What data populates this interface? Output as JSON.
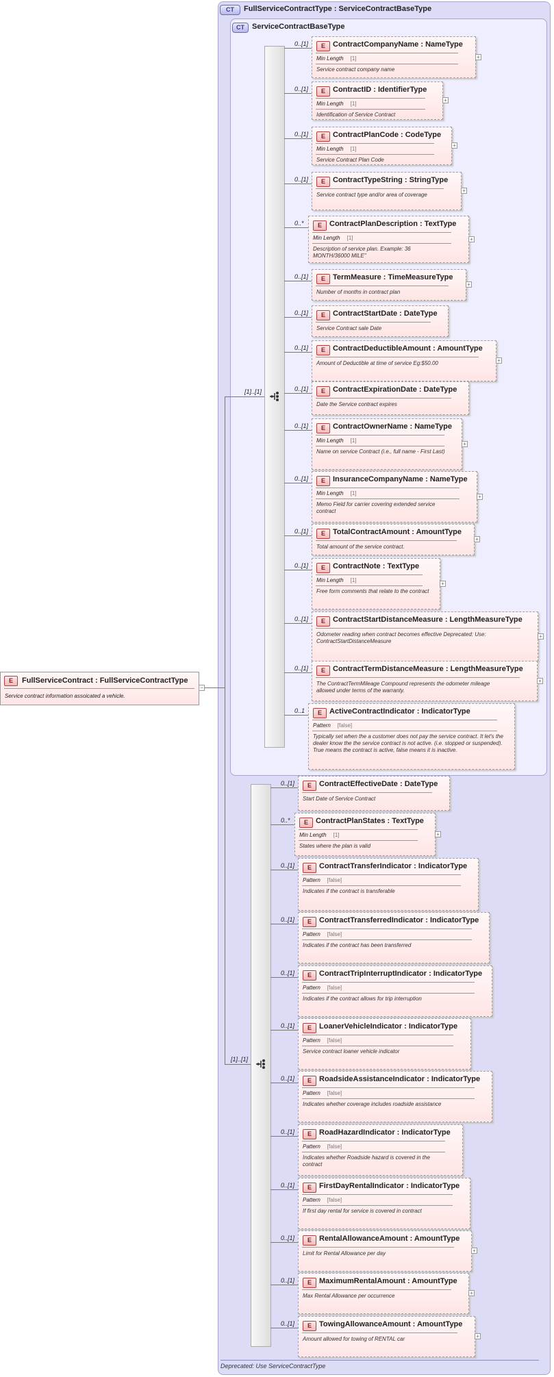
{
  "full_type": {
    "badge": "CT",
    "title": "FullServiceContractType : ServiceContractBaseType",
    "deprecated_note": "Deprecated: Use ServiceContractType"
  },
  "base_type": {
    "badge": "CT",
    "title": "ServiceContractBaseType"
  },
  "root_element": {
    "badge": "E",
    "title": "FullServiceContract : FullServiceContractType",
    "doc": "Service contract information assoicated a vehicle."
  },
  "sequence_multiplicity": "[1]..[1]",
  "base_elements": [
    {
      "mult": "0..[1]",
      "title": "ContractCompanyName : NameType",
      "facet_label": "Min Length",
      "facet_value": "[1]",
      "doc": "Service contract company name"
    },
    {
      "mult": "0..[1]",
      "title": "ContractID : IdentifierType",
      "facet_label": "Min Length",
      "facet_value": "[1]",
      "doc": "Identification of Service Contract"
    },
    {
      "mult": "0..[1]",
      "title": "ContractPlanCode : CodeType",
      "facet_label": "Min Length",
      "facet_value": "[1]",
      "doc": "Service Contract Plan Code"
    },
    {
      "mult": "0..[1]",
      "title": "ContractTypeString : StringType",
      "facet_label": "",
      "facet_value": "",
      "doc": "Service contract type and/or area of coverage"
    },
    {
      "mult": "0..*",
      "title": "ContractPlanDescription : TextType",
      "facet_label": "Min Length",
      "facet_value": "[1]",
      "doc": "Description of service plan. Example: 36 MONTH/36000 MILE\""
    },
    {
      "mult": "0..[1]",
      "title": "TermMeasure : TimeMeasureType",
      "facet_label": "",
      "facet_value": "",
      "doc": "Number of months in contract plan"
    },
    {
      "mult": "0..[1]",
      "title": "ContractStartDate : DateType",
      "facet_label": "",
      "facet_value": "",
      "doc": "Service Contract sale Date"
    },
    {
      "mult": "0..[1]",
      "title": "ContractDeductibleAmount : AmountType",
      "facet_label": "",
      "facet_value": "",
      "doc": "Amount of Deductible at time of service Eg:$50.00"
    },
    {
      "mult": "0..[1]",
      "title": "ContractExpirationDate : DateType",
      "facet_label": "",
      "facet_value": "",
      "doc": "Date the Service contract expires"
    },
    {
      "mult": "0..[1]",
      "title": "ContractOwnerName : NameType",
      "facet_label": "Min Length",
      "facet_value": "[1]",
      "doc": "Name on service Contract (i.e., full name - First Last)"
    },
    {
      "mult": "0..[1]",
      "title": "InsuranceCompanyName : NameType",
      "facet_label": "Min Length",
      "facet_value": "[1]",
      "doc": "Memo Field for carrier covering extended service contract"
    },
    {
      "mult": "0..[1]",
      "title": "TotalContractAmount : AmountType",
      "facet_label": "",
      "facet_value": "",
      "doc": "Total amount of the service contract."
    },
    {
      "mult": "0..[1]",
      "title": "ContractNote : TextType",
      "facet_label": "Min Length",
      "facet_value": "[1]",
      "doc": "Free form comments that relate to the contract"
    },
    {
      "mult": "0..[1]",
      "title": "ContractStartDistanceMeasure : LengthMeasureType",
      "facet_label": "",
      "facet_value": "",
      "doc": "Odometer reading when contract becomes effective Deprecated: Use: ContractStartDistanceMeasure"
    },
    {
      "mult": "0..[1]",
      "title": "ContractTermDistanceMeasure : LengthMeasureType",
      "facet_label": "",
      "facet_value": "",
      "doc": "The ContractTermMileage Compound represents the odometer mileage allowed under terms of the warranty."
    },
    {
      "mult": "0..1",
      "title": "ActiveContractIndicator : IndicatorType",
      "facet_label": "Pattern",
      "facet_value": "[false]",
      "doc": "Typically set when the a customer does not pay the service contract. It let's the dealer know the the service contract is not active. (i.e. stopped or suspended). True means the contract is active, false means it is inactive."
    }
  ],
  "ext_elements": [
    {
      "mult": "0..[1]",
      "title": "ContractEffectiveDate : DateType",
      "facet_label": "",
      "facet_value": "",
      "doc": "Start Date of Service Contract"
    },
    {
      "mult": "0..*",
      "title": "ContractPlanStates : TextType",
      "facet_label": "Min Length",
      "facet_value": "[1]",
      "doc": "States where the plan is valid"
    },
    {
      "mult": "0..[1]",
      "title": "ContractTransferIndicator : IndicatorType",
      "facet_label": "Pattern",
      "facet_value": "[false]",
      "doc": "Indicates if the contract is transferable"
    },
    {
      "mult": "0..[1]",
      "title": "ContractTransferredIndicator : IndicatorType",
      "facet_label": "Pattern",
      "facet_value": "[false]",
      "doc": "Indicates if the contract has been transferred"
    },
    {
      "mult": "0..[1]",
      "title": "ContractTripInterruptIndicator : IndicatorType",
      "facet_label": "Pattern",
      "facet_value": "[false]",
      "doc": "Indicates if the contract allows for trip interruption"
    },
    {
      "mult": "0..[1]",
      "title": "LoanerVehicleIndicator : IndicatorType",
      "facet_label": "Pattern",
      "facet_value": "[false]",
      "doc": "Service contract loaner vehicle indicator"
    },
    {
      "mult": "0..[1]",
      "title": "RoadsideAssistanceIndicator : IndicatorType",
      "facet_label": "Pattern",
      "facet_value": "[false]",
      "doc": "Indicates whether coverage includes roadside assistance"
    },
    {
      "mult": "0..[1]",
      "title": "RoadHazardIndicator : IndicatorType",
      "facet_label": "Pattern",
      "facet_value": "[false]",
      "doc": "Indicates whether Roadside hazard is covered in the contract"
    },
    {
      "mult": "0..[1]",
      "title": "FirstDayRentalIndicator : IndicatorType",
      "facet_label": "Pattern",
      "facet_value": "[false]",
      "doc": "If first day rental for service is covered in contract"
    },
    {
      "mult": "0..[1]",
      "title": "RentalAllowanceAmount : AmountType",
      "facet_label": "",
      "facet_value": "",
      "doc": "Limit for Rental Allowance per day"
    },
    {
      "mult": "0..[1]",
      "title": "MaximumRentalAmount : AmountType",
      "facet_label": "",
      "facet_value": "",
      "doc": "Max Rental Allowance per occurrence"
    },
    {
      "mult": "0..[1]",
      "title": "TowingAllowanceAmount : AmountType",
      "facet_label": "",
      "facet_value": "",
      "doc": "Amount allowed for towing of RENTAL car"
    }
  ]
}
